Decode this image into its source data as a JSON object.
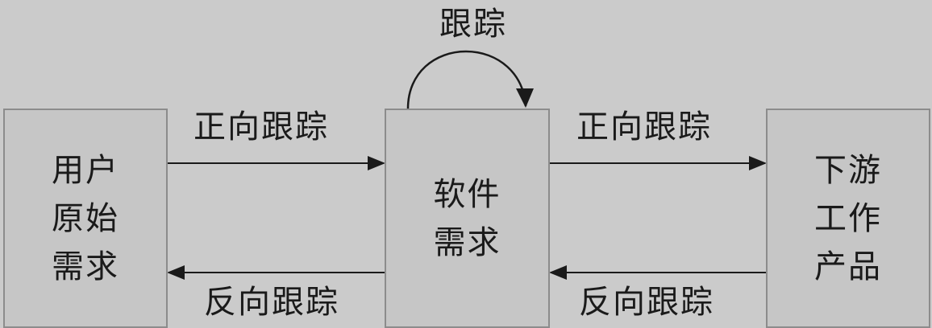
{
  "nodes": {
    "user": {
      "label": "用户\n原始\n需求"
    },
    "software": {
      "label": "软件\n需求"
    },
    "downstream": {
      "label": "下游\n工作\n产品"
    }
  },
  "edges": {
    "forward_user_to_software": "正向跟踪",
    "forward_software_to_downstream": "正向跟踪",
    "backward_software_to_user": "反向跟踪",
    "backward_downstream_to_software": "反向跟踪",
    "self_loop_software": "跟踪"
  }
}
